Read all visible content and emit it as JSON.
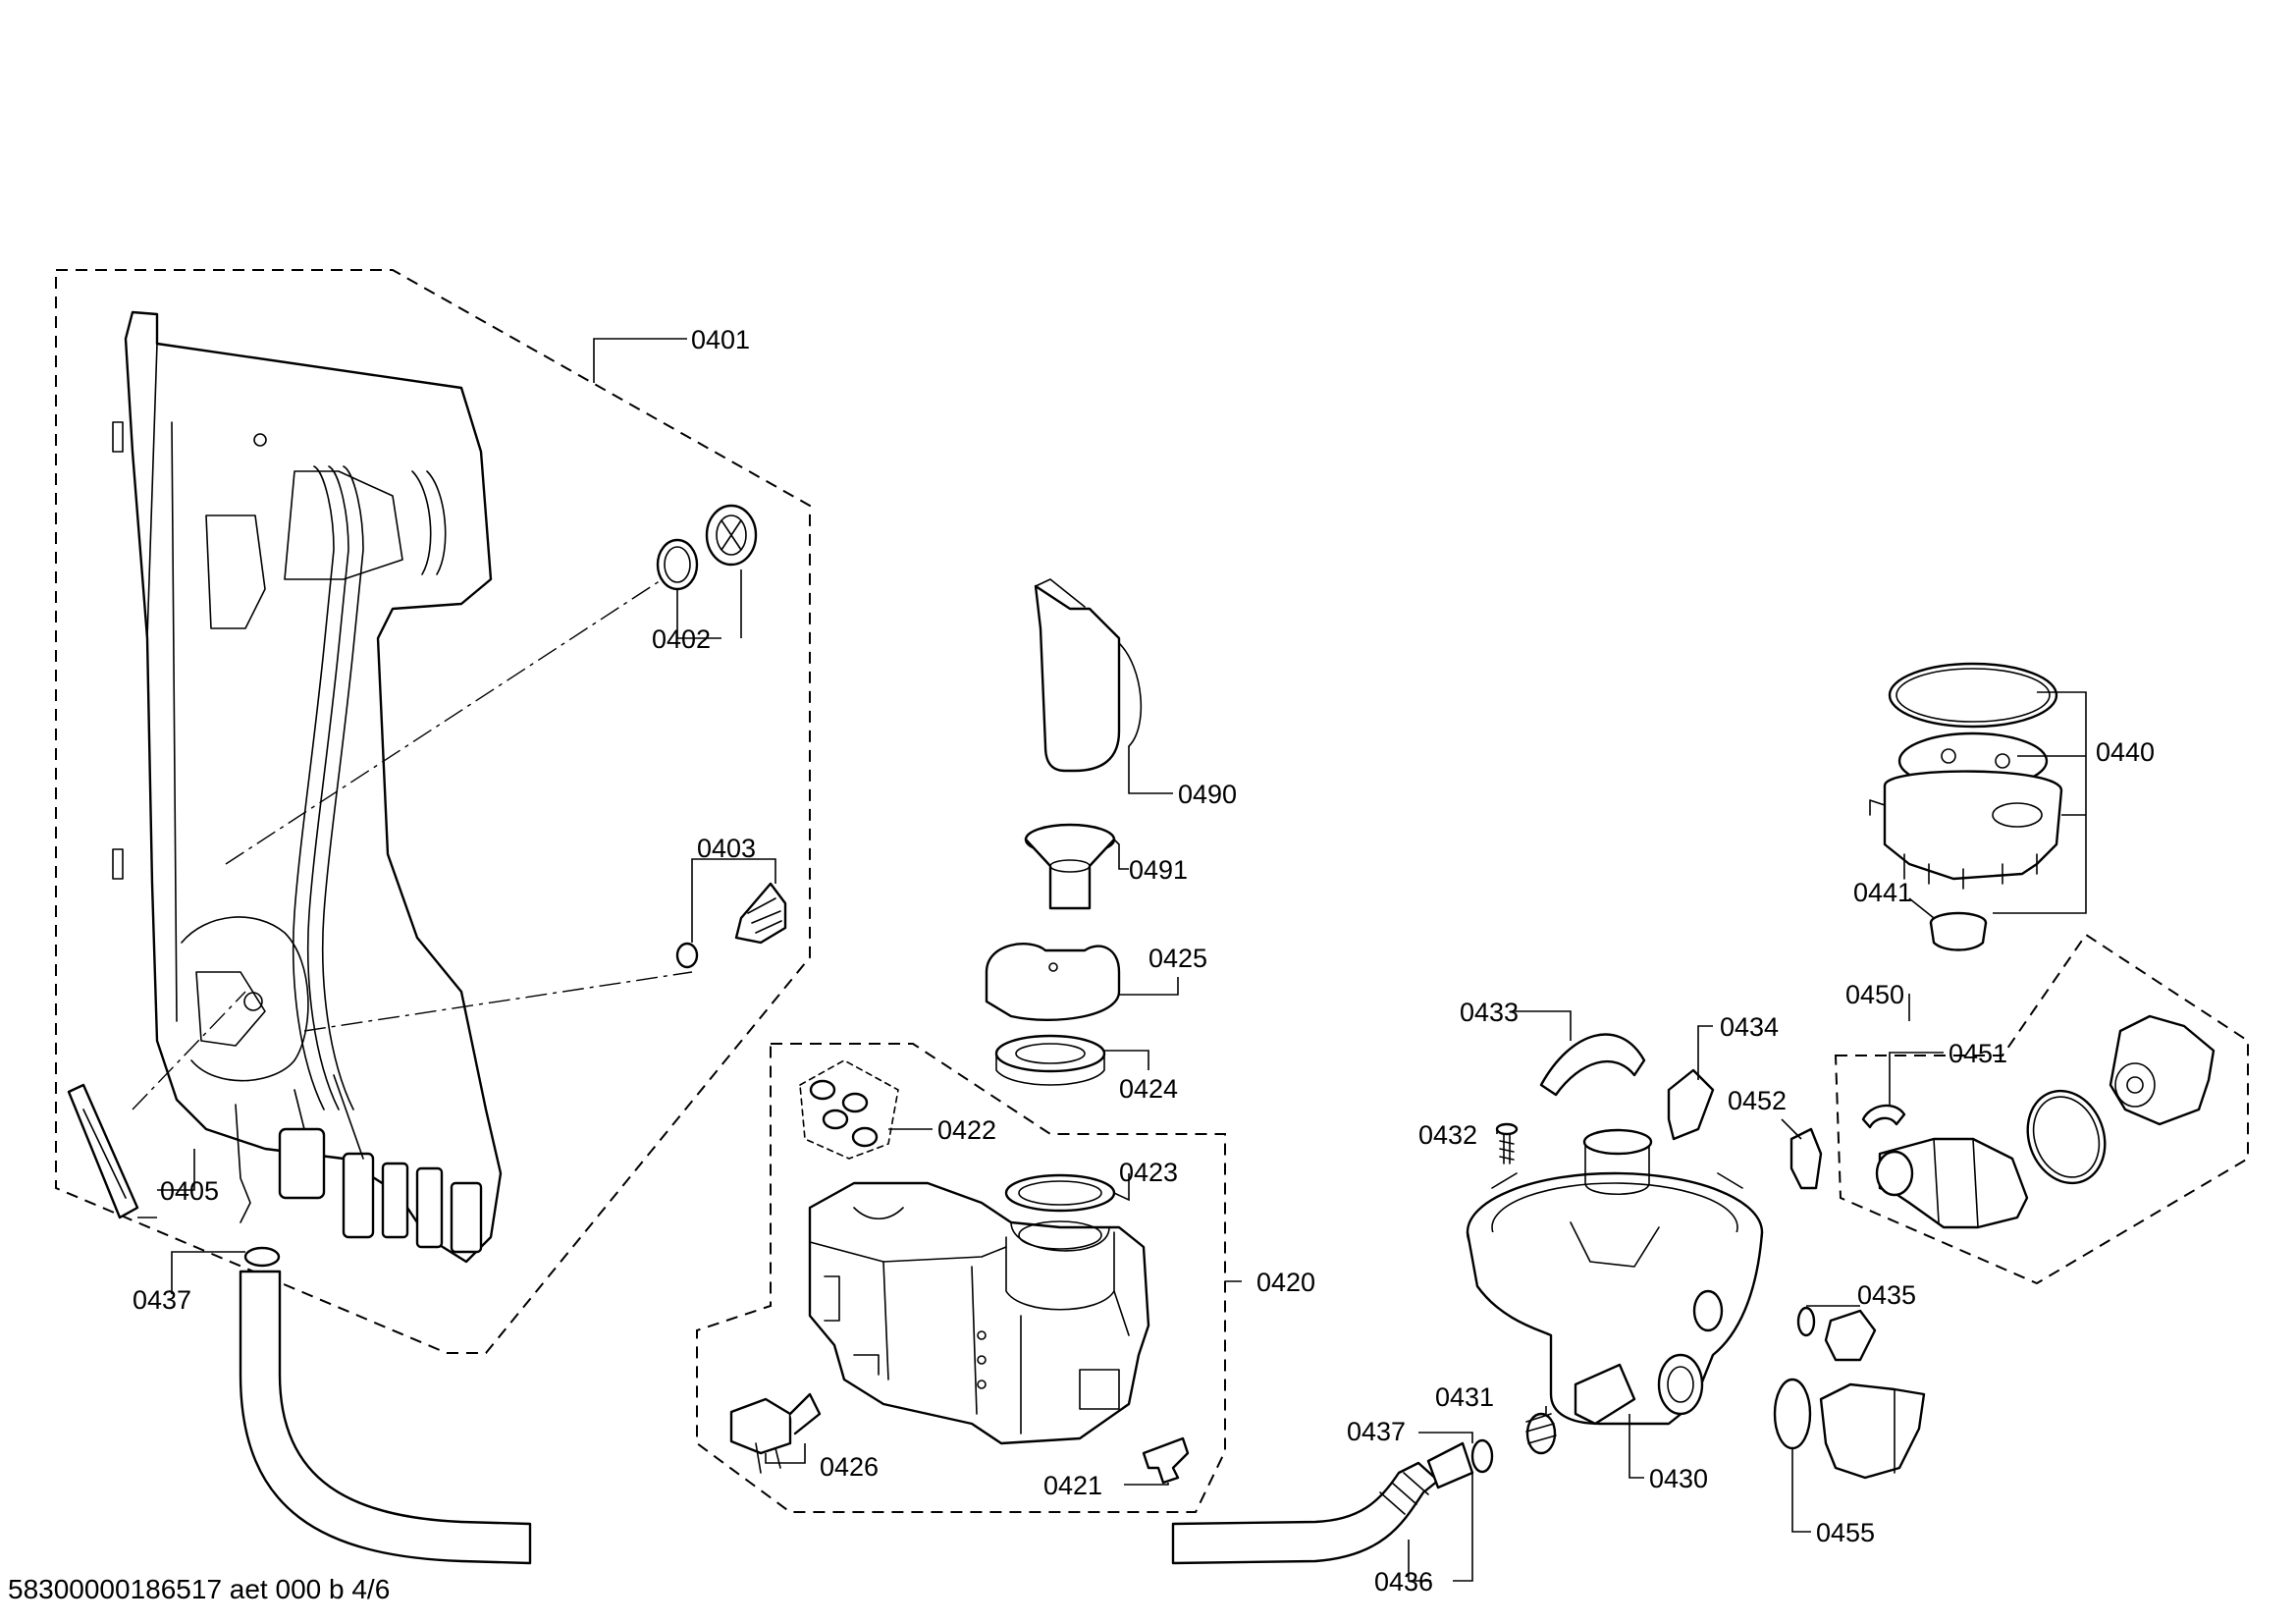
{
  "drawing": {
    "footer_code": "58300000186517 aet 000 b 4/6"
  },
  "labels": {
    "p0401": "0401",
    "p0402": "0402",
    "p0403": "0403",
    "p0405": "0405",
    "p0437a": "0437",
    "p0490": "0490",
    "p0491": "0491",
    "p0425": "0425",
    "p0424": "0424",
    "p0422": "0422",
    "p0423": "0423",
    "p0420": "0420",
    "p0426": "0426",
    "p0421": "0421",
    "p0433": "0433",
    "p0434": "0434",
    "p0432": "0432",
    "p0452": "0452",
    "p0450": "0450",
    "p0451": "0451",
    "p0440": "0440",
    "p0441": "0441",
    "p0435": "0435",
    "p0431": "0431",
    "p0437b": "0437",
    "p0430": "0430",
    "p0455": "0455",
    "p0436": "0436"
  }
}
